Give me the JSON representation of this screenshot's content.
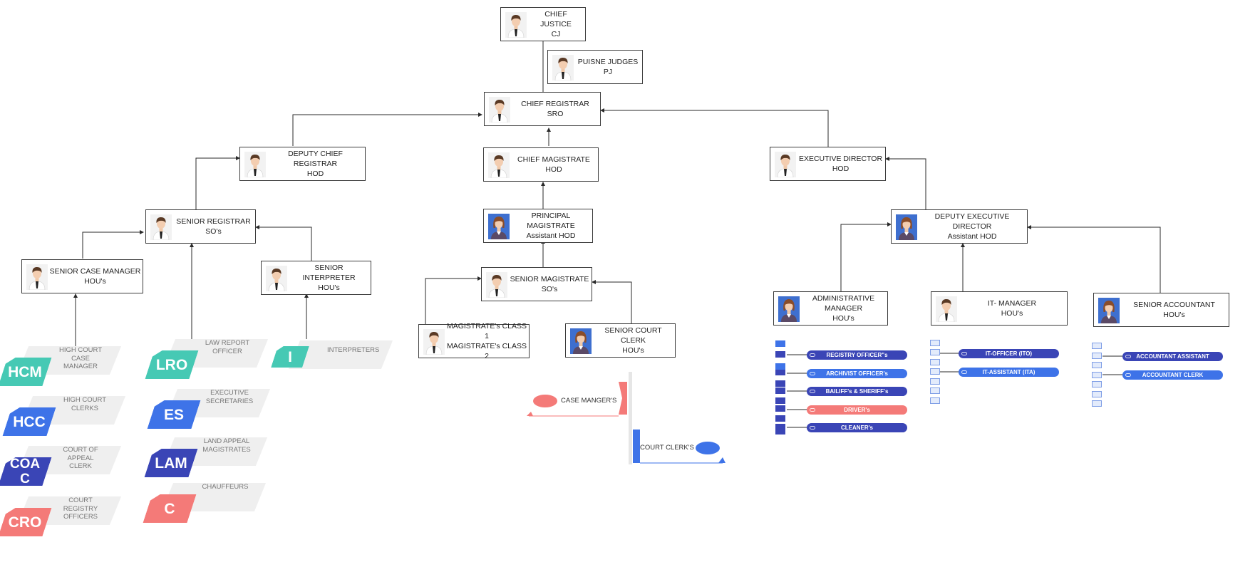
{
  "colors": {
    "line": "#2a2a2a",
    "hcm": "#46c9b4",
    "blue": "#3e73e8",
    "navy": "#3a45b6",
    "coral": "#f47a78",
    "banner": "#efefef"
  },
  "nodes": {
    "chief_justice": {
      "line1": "CHIEF JUSTICE",
      "line2": "CJ",
      "avatar": "male"
    },
    "puisne_judges": {
      "line1": "PUISNE JUDGES",
      "line2": "PJ",
      "avatar": "male"
    },
    "chief_registrar": {
      "line1": "CHIEF REGISTRAR",
      "line2": "SRO",
      "avatar": "male"
    },
    "deputy_chief_registrar": {
      "line1": "DEPUTY CHIEF REGISTRAR",
      "line2": "HOD",
      "avatar": "male"
    },
    "chief_magistrate": {
      "line1": "CHIEF MAGISTRATE",
      "line2": "HOD",
      "avatar": "male"
    },
    "executive_director": {
      "line1": "EXECUTIVE DIRECTOR",
      "line2": "HOD",
      "avatar": "male"
    },
    "senior_registrar": {
      "line1": "SENIOR REGISTRAR",
      "line2": "SO's",
      "avatar": "male"
    },
    "principal_magistrate": {
      "line1": "PRINCIPAL MAGISTRATE",
      "line2": "Assistant HOD",
      "avatar": "female"
    },
    "deputy_executive_director": {
      "line1": "DEPUTY EXECUTIVE DIRECTOR",
      "line2": "Assistant HOD",
      "avatar": "female"
    },
    "senior_case_manager": {
      "line1": "SENIOR CASE MANAGER",
      "line2": "HOU's",
      "avatar": "male"
    },
    "senior_interpreter": {
      "line1": "SENIOR INTERPRETER",
      "line2": "HOU's",
      "avatar": "male"
    },
    "senior_magistrate": {
      "line1": "SENIOR MAGISTRATE",
      "line2": "SO's",
      "avatar": "male"
    },
    "magistrates_class": {
      "line1": "MAGISTRATE's CLASS 1",
      "line2": "MAGISTRATE's CLASS 2",
      "avatar": "male"
    },
    "senior_court_clerk": {
      "line1": "SENIOR COURT CLERK",
      "line2": "HOU's",
      "avatar": "female"
    },
    "administrative_manager": {
      "line1": "ADMINISTRATIVE MANAGER",
      "line2": "HOU's",
      "avatar": "female"
    },
    "it_manager": {
      "line1": "IT- MANAGER",
      "line2": "HOU's",
      "avatar": "male"
    },
    "senior_accountant": {
      "line1": "SENIOR ACCOUNTANT",
      "line2": "HOU's",
      "avatar": "female"
    }
  },
  "tiles": {
    "hcm": {
      "abbr": "HCM",
      "desc": "HIGH COURT CASE MANAGER",
      "color": "#46c9b4"
    },
    "hcc": {
      "abbr": "HCC",
      "desc": "HIGH COURT CLERKS",
      "color": "#3e73e8"
    },
    "coac": {
      "abbr": "COAC",
      "desc": "COURT OF APPEAL CLERK",
      "color": "#3a45b6"
    },
    "cro": {
      "abbr": "CRO",
      "desc": "COURT REGISTRY OFFICERS",
      "color": "#f47a78"
    },
    "lro": {
      "abbr": "LRO",
      "desc": "LAW REPORT OFFICER",
      "color": "#46c9b4"
    },
    "es": {
      "abbr": "ES",
      "desc": "EXECUTIVE SECRETARIES",
      "color": "#3e73e8"
    },
    "lam": {
      "abbr": "LAM",
      "desc": "LAND APPEAL MAGISTRATES",
      "color": "#3a45b6"
    },
    "c": {
      "abbr": "C",
      "desc": "CHAUFFEURS",
      "color": "#f47a78"
    },
    "i": {
      "abbr": "I",
      "desc": "INTERPRETERS",
      "color": "#46c9b4"
    }
  },
  "admin_staff": [
    {
      "label": "REGISTRY OFFICER\"s",
      "color": "#3a45b6"
    },
    {
      "label": "ARCHIVIST OFFICER's",
      "color": "#3e73e8"
    },
    {
      "label": "BAILIFF's & SHERIFF's",
      "color": "#3a45b6"
    },
    {
      "label": "DRIVER's",
      "color": "#f47a78"
    },
    {
      "label": "CLEANER's",
      "color": "#3a45b6"
    }
  ],
  "it_staff": [
    {
      "label": "IT-OFFICER (ITO)",
      "color": "#3a45b6"
    },
    {
      "label": "IT-ASSISTANT (ITA)",
      "color": "#3e73e8"
    }
  ],
  "accounts_staff": [
    {
      "label": "ACCOUNTANT ASSISTANT",
      "color": "#3a45b6"
    },
    {
      "label": "ACCOUNTANT CLERK",
      "color": "#3e73e8"
    }
  ],
  "magistrate_legend": {
    "case_managers": "CASE MANGER'S",
    "court_clerks": "COURT CLERK'S"
  }
}
